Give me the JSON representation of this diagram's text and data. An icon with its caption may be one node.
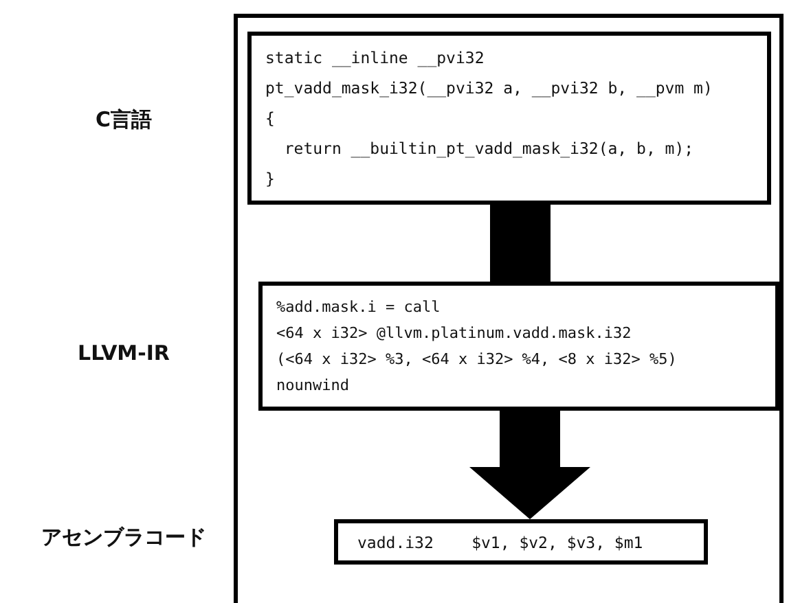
{
  "diagram": {
    "nodes": [
      {
        "text": [],
        "shape": "box"
      },
      {
        "text": [
          "static __inline __pvi32",
          "pt_vadd_mask_i32(__pvi32 a, __pvi32 b, __pvm m)",
          "{",
          "  return __builtin_pt_vadd_mask_i32(a, b, m);",
          "}"
        ],
        "in": 0
      },
      {
        "text": [
          "%add.mask.i = call",
          "<64 x i32> @llvm.platinum.vadd.mask.i32",
          "(<64 x i32> %3, <64 x i32> %4, <8 x i32> %5)",
          "nounwind"
        ],
        "in": 0
      },
      {
        "text": [
          "vadd.i32    $v1, $v2, $v3, $m1"
        ],
        "in": 0
      }
    ],
    "edges": [
      {
        "from": 1,
        "to": 2,
        "arrow": "none"
      },
      {
        "from": 2,
        "to": 3,
        "arrow": "to"
      }
    ],
    "labels": [
      "C言語",
      "LLVM-IR",
      "アセンブラコード"
    ]
  }
}
